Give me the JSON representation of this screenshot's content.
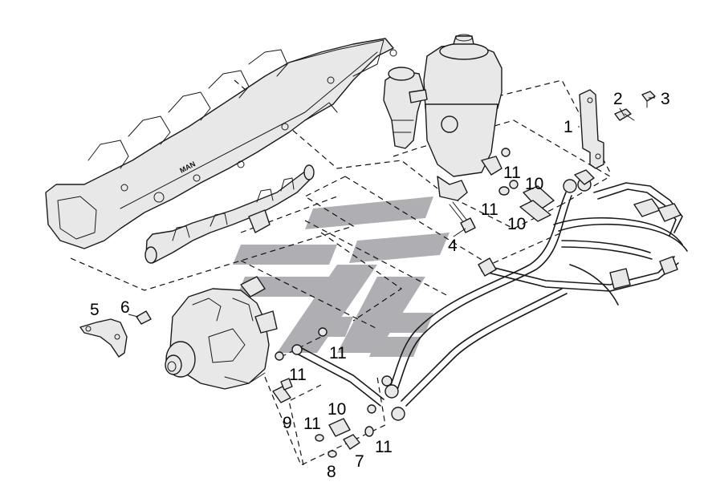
{
  "watermark": {
    "color": "#a7a7ab"
  },
  "callouts": [
    {
      "id": "c1",
      "text": "1"
    },
    {
      "id": "c2",
      "text": "2"
    },
    {
      "id": "c3",
      "text": "3"
    },
    {
      "id": "c4",
      "text": "4"
    },
    {
      "id": "c5",
      "text": "5"
    },
    {
      "id": "c6",
      "text": "6"
    },
    {
      "id": "c7",
      "text": "7"
    },
    {
      "id": "c8",
      "text": "8"
    },
    {
      "id": "c9",
      "text": "9"
    },
    {
      "id": "c10a",
      "text": "10"
    },
    {
      "id": "c10b",
      "text": "10"
    },
    {
      "id": "c10c",
      "text": "10"
    },
    {
      "id": "c11a",
      "text": "11"
    },
    {
      "id": "c11b",
      "text": "11"
    },
    {
      "id": "c11c",
      "text": "11"
    },
    {
      "id": "c11d",
      "text": "11"
    },
    {
      "id": "c11e",
      "text": "11"
    },
    {
      "id": "c11f",
      "text": "11"
    }
  ],
  "manifold_logo": "MAN"
}
